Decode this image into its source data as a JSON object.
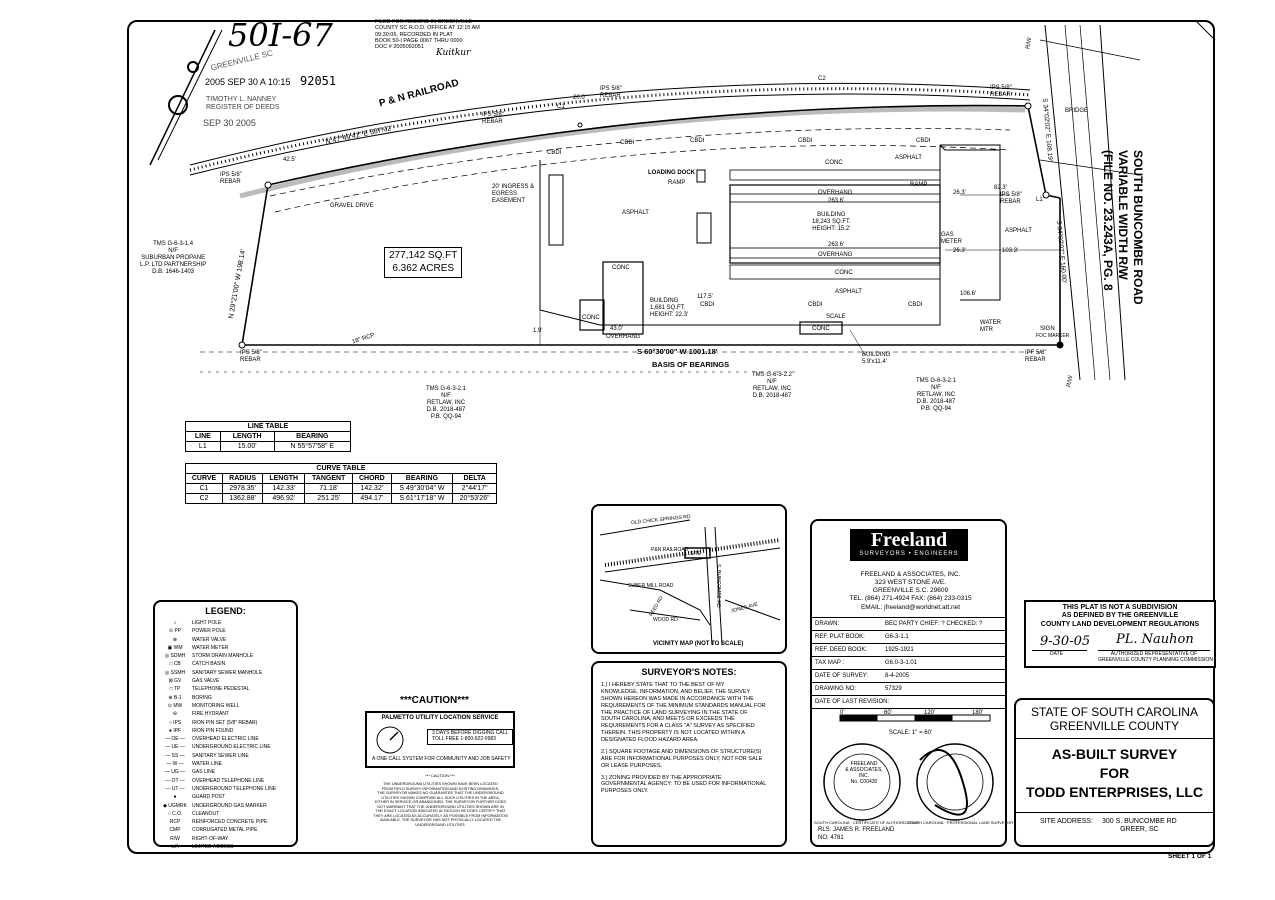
{
  "header": {
    "handwritten_book": "50I-67",
    "record_lines": [
      "FILED FOR RECORD IN GREENVILLE",
      "COUNTY SC R.O.D. OFFICE AT 12:15 AM",
      "09:30:05, RECORDED IN PLAT",
      "BOOK 50-I PAGE 0067 THRU 0000",
      "DOC # 2005092051"
    ],
    "stamp_date": "2005 SEP 30 A 10:15",
    "stamp_number": "92051",
    "stamp_office": "TIMOTHY L. NANNEY REGISTER OF DEEDS",
    "stamp_received": "SEP 30 2005",
    "stamp_county": "GREENVILLE SC"
  },
  "site": {
    "railroad": "P & N RAILROAD",
    "road": [
      "SOUTH BUNCOMBE ROAD",
      "VARIABLE WIDTH R/W",
      "(FILE NO. 23.243A, PG. 8"
    ],
    "bridge": "BRIDGE",
    "area_sqft": "277,142 SQ.FT",
    "area_acres": "6.362 ACRES",
    "basis_of_bearings": "BASIS OF BEARINGS",
    "bearings": {
      "north": "N 47°49'41\" E   337.02'",
      "west": "N 29°21'00\" W   198.14'",
      "south": "S 60°30'00\" W   1001.18'",
      "east_top": "S 34°02'02\" E   108.19'",
      "east_bottom": "S 34°02'02\" E   160.00'"
    },
    "labels": {
      "c1": "C1",
      "c2": "C2",
      "l1": "L1",
      "ips1": "IPS 5/8\" REBAR",
      "ips2": "IPS 5/8\" REBAR",
      "ips3": "IPS 5/8\" REBAR",
      "ips4": "IPS 5/8\" REBAR",
      "ips5": "IPS 5/8\" REBAR",
      "ips6": "IPS 5/8\" REBAR",
      "ipf": "IPF 5/8\" REBAR",
      "ingress": "20' INGRESS & EGRESS EASEMENT",
      "gravel": "GRAVEL DRIVE",
      "loading": "LOADING DOCK",
      "ramp1": "RAMP",
      "ramp2": "RAMP",
      "asphalt": "ASPHALT",
      "conc": "CONC",
      "overhang": "OVERHANG",
      "scale": "SCALE",
      "building_main": [
        "BUILDING",
        "18,243 SQ.FT.",
        "HEIGHT: 15.2'"
      ],
      "building_small": [
        "BUILDING",
        "1,681 SQ.FT.",
        "HEIGHT: 22.3'"
      ],
      "building_tiny": [
        "BUILDING",
        "5.9'x11.4'"
      ],
      "gas_meter": "GAS METER",
      "water_mtr": "WATER MTR",
      "sign": "SIGN",
      "foc": "FOC MARKER",
      "rcp": "18\" RCP",
      "rw": "R/W",
      "cbdi": "CBDI",
      "dims": [
        "20.0'",
        "42.5'",
        "1.9'",
        "117.5'",
        "82.3'",
        "26.3'",
        "103.3'",
        "106.6'",
        "26.3'",
        "263.6'",
        "263.6'",
        "43.0'"
      ]
    },
    "neighbors": [
      {
        "lines": [
          "TMS G-6-3-1.4",
          "N/F",
          "SUBURBAN PROPANE",
          "L.P. LTD PARTNERSHIP",
          "D.B. 1646-1403"
        ]
      },
      {
        "lines": [
          "TMS G-6-3-2.1",
          "N/F",
          "RETLAW, INC",
          "D.B. 2018-487",
          "P.B. QQ-94"
        ]
      },
      {
        "lines": [
          "TMS G-6-3-2.2",
          "N/F",
          "RETLAW, INC",
          "D.B. 2018-487"
        ]
      },
      {
        "lines": [
          "TMS G-6-3-2.1",
          "N/F",
          "RETLAW, INC",
          "D.B. 2018-487",
          "P.B. QQ-94"
        ]
      }
    ]
  },
  "line_table": {
    "title": "LINE TABLE",
    "headers": [
      "LINE",
      "LENGTH",
      "BEARING"
    ],
    "rows": [
      [
        "L1",
        "15.00'",
        "N 55°57'58\" E"
      ]
    ]
  },
  "curve_table": {
    "title": "CURVE TABLE",
    "headers": [
      "CURVE",
      "RADIUS",
      "LENGTH",
      "TANGENT",
      "CHORD",
      "BEARING",
      "DELTA"
    ],
    "rows": [
      [
        "C1",
        "2978.35'",
        "142.33'",
        "71.18'",
        "142.32'",
        "S 49°30'04\" W",
        "2°44'17\""
      ],
      [
        "C2",
        "1362.88'",
        "496.92'",
        "251.25'",
        "494.17'",
        "S 61°17'18\" W",
        "20°53'26\""
      ]
    ]
  },
  "legend": {
    "title": "LEGEND:",
    "items": [
      [
        "☼",
        "LIGHT POLE"
      ],
      [
        "⊙ PP",
        "POWER POLE"
      ],
      [
        "⊗",
        "WATER VALVE"
      ],
      [
        "▣ WM",
        "WATER METER"
      ],
      [
        "◎ SDMH",
        "STORM DRAIN MANHOLE"
      ],
      [
        "□ CB",
        "CATCH BASIN"
      ],
      [
        "◎ SSMH",
        "SANITARY SEWER MANHOLE"
      ],
      [
        "⊠ GV",
        "GAS VALVE"
      ],
      [
        "□ TP",
        "TELEPHONE PEDESTAL"
      ],
      [
        "⊕ B-1",
        "BORING"
      ],
      [
        "⊙ MW",
        "MONITORING WELL"
      ],
      [
        "✣",
        "FIRE HYDRANT"
      ],
      [
        "○ IPS",
        "IRON PIN SET (5/8\" REBAR)"
      ],
      [
        "● IPF",
        "IRON PIN FOUND"
      ],
      [
        "— OE —",
        "OVERHEAD ELECTRIC LINE"
      ],
      [
        "— UE —",
        "UNDERGROUND ELECTRIC LINE"
      ],
      [
        "— SS —",
        "SANITARY SEWER LINE"
      ],
      [
        "— W —",
        "WATER LINE"
      ],
      [
        "— UG —",
        "GAS LINE"
      ],
      [
        "— OT —",
        "OVERHEAD TELEPHONE LINE"
      ],
      [
        "— UT —",
        "UNDERGROUND TELEPHONE LINE"
      ],
      [
        "●",
        "GUARD POST"
      ],
      [
        "◆ UGMRK",
        "UNDERGROUND GAS MARKER"
      ],
      [
        "○ C.O.",
        "CLEANOUT"
      ],
      [
        "RCP",
        "REINFORCED CONCRETE PIPE"
      ],
      [
        "CMP",
        "CORRUGATED METAL PIPE"
      ],
      [
        "R/W",
        "RIGHT-OF-WAY"
      ],
      [
        "L/A",
        "LIMITED ACCESS"
      ]
    ]
  },
  "caution": {
    "title": "***CAUTION***",
    "service": "PALMETTO UTILITY LOCATION SERVICE",
    "days": "3 DAYS BEFORE DIGGING CALL",
    "tollfree": "TOLL FREE 1-800-922-0983",
    "onecall": "A ONE CALL SYSTEM FOR COMMUNITY AND JOB SAFETY",
    "small_title": "*** CAUTION ***",
    "small_text": [
      "THE UNDERGROUND UTILITIES SHOWN HAVE BEEN LOCATED",
      "FROM FIELD SURVEY INFORMATION AND EXISTING DRAWINGS.",
      "THE SURVEYOR MAKES NO GUARANTEE THAT THE UNDERGROUND",
      "UTILITIES SHOWN COMPRISE ALL SUCH UTILITIES IN THE AREA,",
      "EITHER IN SERVICE OR ABANDONED. THE SURVEYOR FURTHER DOES",
      "NOT WARRANT THAT THE UNDERGROUND UTILITIES SHOWN ARE IN",
      "THE EXACT LOCATION INDICATED ALTHOUGH HE DOES CERTIFY THAT",
      "THEY ARE LOCATED AS ACCURATELY AS POSSIBLE FROM INFORMATION",
      "AVAILABLE. THE SURVEYOR HAS NOT PHYSICALLY LOCATED THE",
      "UNDERGROUND UTILITIES."
    ]
  },
  "vicinity": {
    "title": "VICINITY MAP (NOT TO SCALE)",
    "roads": [
      "OLD CHICK SPRINGS RD",
      "P&N RAILROAD",
      "SITE",
      "S. BUNCOMBE RD",
      "SUBER MILL ROAD",
      "REED RD",
      "WOOD RD",
      "JONES AVE"
    ]
  },
  "notes": {
    "title": "SURVEYOR'S NOTES:",
    "items": [
      [
        "1.) I HEREBY STATE THAT TO THE BEST OF MY",
        "KNOWLEDGE, INFORMATION, AND BELIEF, THE SURVEY",
        "SHOWN HEREON WAS MADE IN ACCORDANCE WITH THE",
        "REQUIREMENTS OF THE MINIMUM STANDARDS MANUAL FOR",
        "THE PRACTICE OF LAND SURVEYING IN THE STATE OF",
        "SOUTH CAROLINA, AND MEETS OR EXCEEDS THE",
        "REQUIREMENTS FOR A CLASS \"A\" SURVEY AS SPECIFIED",
        "THEREIN. THIS PROPERTY IS NOT LOCATED WITHIN A",
        "DESIGNATED FLOOD HAZARD AREA."
      ],
      [
        "2.) SQUARE FOOTAGE AND DIMENSIONS OF STRUCTURE(S)",
        "ARE FOR INFORMATIONAL PURPOSES ONLY, NOT FOR SALE",
        "OR LEASE PURPOSES."
      ],
      [
        "3.) ZONING PROVIDED BY THE APPROPRIATE",
        "GOVERNMENTAL AGENCY: TO BE USED FOR INFORMATIONAL",
        "PURPOSES ONLY."
      ]
    ]
  },
  "company": {
    "logo": "Freeland",
    "tagline": "SURVEYORS • ENGINEERS",
    "name": "FREELAND & ASSOCIATES, INC.",
    "address1": "323 WEST STONE AVE.",
    "address2": "GREENVILLE S.C. 29609",
    "phone": "TEL. (864) 271-4924  FAX: (864) 233-0315",
    "email": "EMAIL: jfreeland@worldnet.att.net",
    "rows": [
      [
        "DRAWN:",
        "BEC PARTY CHIEF:   ?      CHECKED:   ?"
      ],
      [
        "REF. PLAT BOOK:",
        "G6-3-1.1"
      ],
      [
        "REF. DEED BOOK:",
        "1925-1921"
      ],
      [
        "TAX MAP :",
        "G6.0-3-1.01"
      ],
      [
        "DATE OF SURVEY:",
        "8-4-2005"
      ],
      [
        "DRAWING NO:",
        "57329"
      ],
      [
        "DATE OF LAST REVISION:",
        ""
      ]
    ],
    "scale_ticks": [
      "0'",
      "60'",
      "120'",
      "180'"
    ],
    "scale": "SCALE:  1\" = 60'",
    "seal_ring": "SOUTH CAROLINA · CERTIFICATE OF AUTHORIZATION",
    "seal_center": [
      "FREELAND",
      "& ASSOCIATES,",
      "INC.",
      "No. C00430"
    ],
    "seal2_ring": "SOUTH CAROLINA · PROFESSIONAL LAND SURVEYOR",
    "rls": "RLS:  JAMES R. FREELAND",
    "no": "NO:    4781"
  },
  "not_subdivision": {
    "lines": [
      "THIS PLAT IS NOT A SUBDIVISION",
      "AS DEFINED BY THE GREENVILLE",
      "COUNTY LAND DEVELOPMENT REGULATIONS"
    ],
    "date_handwritten": "9-30-05",
    "sig_handwritten": "PL. Nauhon",
    "date_label": "DATE",
    "rep_label": [
      "AUTHORIZED REPRESENTATIVE OF",
      "GREENVILLE COUNTY PLANNING COMMISSION"
    ]
  },
  "title_block": {
    "state": "STATE OF SOUTH CAROLINA",
    "county": "GREENVILLE COUNTY",
    "title1": "AS-BUILT SURVEY",
    "title2": "FOR",
    "title3": "TODD ENTERPRISES, LLC",
    "site_label": "SITE  ADDRESS:",
    "site_address1": "300 S. BUNCOMBE RD",
    "site_address2": "GREER, SC"
  },
  "sheet": "SHEET 1 OF 1"
}
